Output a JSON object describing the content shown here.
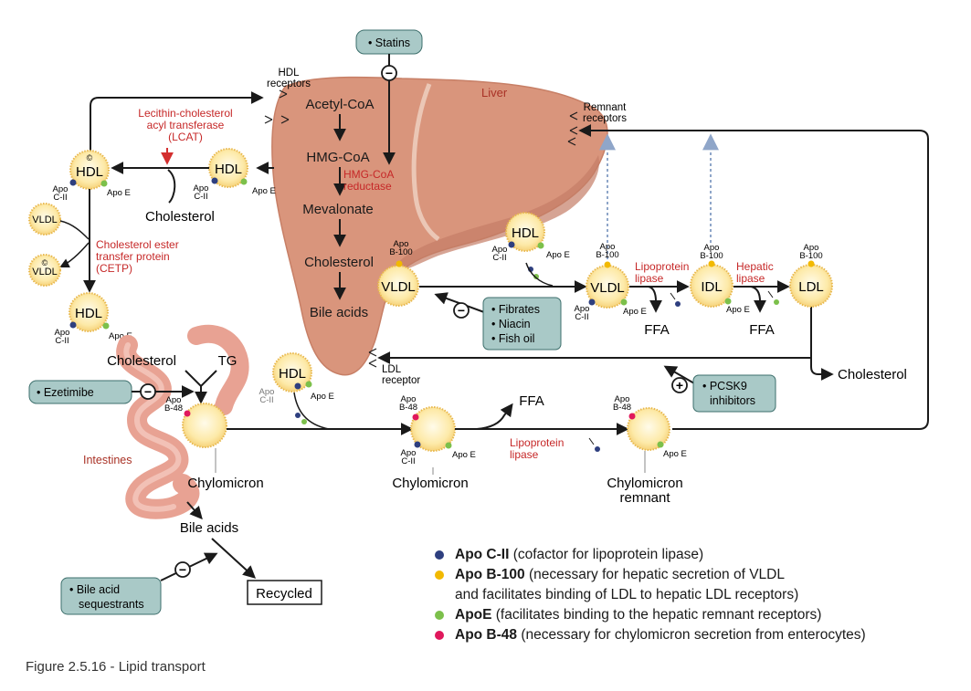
{
  "liver": {
    "label": "Liver",
    "pathway": [
      "Acetyl-CoA",
      "HMG-CoA",
      "Mevalonate",
      "Cholesterol",
      "Bile acids"
    ],
    "hmg_enzyme": [
      "HMG-CoA",
      "reductase"
    ]
  },
  "receptors": {
    "hdl": [
      "HDL",
      "receptors"
    ],
    "remnant": [
      "Remnant",
      "receptors"
    ],
    "ldl": [
      "LDL",
      "receptor"
    ]
  },
  "drugs": {
    "statins": "• Statins",
    "fibrates": [
      "• Fibrates",
      "• Niacin",
      "• Fish oil"
    ],
    "pcsk9": [
      "• PCSK9",
      "inhibitors"
    ],
    "ezetimibe": "• Ezetimibe",
    "bile_seq": [
      "• Bile acid",
      "sequestrants"
    ],
    "minus": "−",
    "plus": "+"
  },
  "particles": {
    "hdl": "HDL",
    "vldl": "VLDL",
    "idl": "IDL",
    "ldl": "LDL",
    "copyright": "©"
  },
  "apos": {
    "apo_c2": [
      "Apo",
      "C-II"
    ],
    "apo_e": "Apo E",
    "apo_b100": [
      "Apo",
      "B-100"
    ],
    "apo_b48": [
      "Apo",
      "B-48"
    ]
  },
  "enzymes": {
    "lcat": [
      "Lecithin-cholesterol",
      "acyl transferase",
      "(LCAT)"
    ],
    "cetp": [
      "Cholesterol ester",
      "transfer protein",
      "(CETP)"
    ],
    "lipoprotein_lipase": [
      "Lipoprotein",
      "lipase"
    ],
    "hepatic_lipase": [
      "Hepatic",
      "lipase"
    ]
  },
  "labels": {
    "cholesterol": "Cholesterol",
    "tg": "TG",
    "ffa": "FFA",
    "intestines": "Intestines",
    "chylomicron": "Chylomicron",
    "chylomicron_remnant": [
      "Chylomicron",
      "remnant"
    ],
    "bile_acids": "Bile acids",
    "recycled": "Recycled"
  },
  "legend": [
    {
      "key": "Apo C-II",
      "text": " (cofactor for lipoprotein lipase)",
      "cont": "",
      "color": "#2e3f7f"
    },
    {
      "key": "Apo B-100",
      "text": " (necessary for hepatic secretion of VLDL",
      "cont": "and facilitates binding of LDL to hepatic LDL receptors)",
      "color": "#f2b900"
    },
    {
      "key": "ApoE",
      "text": " (facilitates binding to the hepatic remnant receptors)",
      "cont": "",
      "color": "#7cc04b"
    },
    {
      "key": "Apo B-48",
      "text": " (necessary for chylomicron secretion from enterocytes)",
      "cont": "",
      "color": "#e0185c"
    }
  ],
  "caption": "Figure 2.5.16 - Lipid transport",
  "colors": {
    "liver": "#d9957c",
    "particle": "#fde9a8",
    "drug_box": "#a9c9c7",
    "enzyme_text": "#c62828"
  }
}
